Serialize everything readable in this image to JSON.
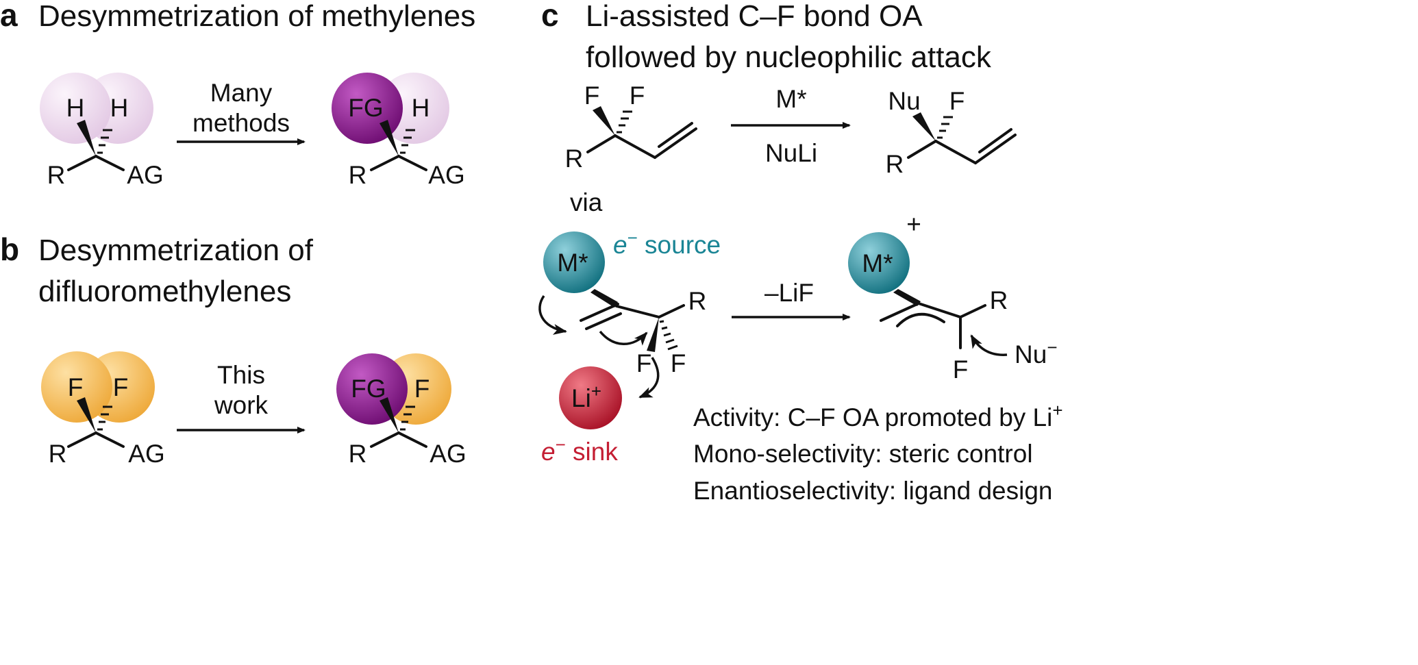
{
  "panel_a": {
    "letter": "a",
    "heading": "Desymmetrization of methylenes",
    "reactant": {
      "top_left": "H",
      "top_right": "H",
      "left": "R",
      "right": "AG"
    },
    "arrow_label": [
      "Many",
      "methods"
    ],
    "product": {
      "top_left": "FG",
      "top_right": "H",
      "left": "R",
      "right": "AG"
    }
  },
  "panel_b": {
    "letter": "b",
    "heading": [
      "Desymmetrization of",
      "difluoromethylenes"
    ],
    "reactant": {
      "top_left": "F",
      "top_right": "F",
      "left": "R",
      "right": "AG"
    },
    "arrow_label": [
      "This",
      "work"
    ],
    "product": {
      "top_left": "FG",
      "top_right": "F",
      "left": "R",
      "right": "AG"
    }
  },
  "panel_c": {
    "letter": "c",
    "heading": [
      "Li-assisted C–F bond OA",
      "followed by nucleophilic attack"
    ],
    "reactant": {
      "f1": "F",
      "f2": "F",
      "r": "R"
    },
    "arrow_top": "M*",
    "arrow_bottom": "NuLi",
    "product": {
      "nu": "Nu",
      "f": "F",
      "r": "R"
    },
    "via": "via",
    "metal": "M*",
    "e_source_sym": "e",
    "e_source_sup": "−",
    "e_source_text": " source",
    "lithium": "Li",
    "lithium_sup": "+",
    "e_sink_sym": "e",
    "e_sink_sup": "−",
    "e_sink_text": " sink",
    "int_r": "R",
    "int_f1": "F",
    "int_f2": "F",
    "arrow2_label": "–LiF",
    "metal_plus": "M*",
    "plus_sign": "+",
    "prod2_r": "R",
    "prod2_f": "F",
    "nu_minus": "Nu",
    "nu_minus_sup": "−",
    "notes": [
      "Activity: C–F OA promoted by Li",
      "Mono-selectivity: steric control",
      "Enantioselectivity: ligand design"
    ],
    "note0_sup": "+"
  },
  "colors": {
    "h_sphere": "#ecd9ec",
    "fg_sphere": "#8a1a8c",
    "f_sphere": "#f0b443",
    "metal_sphere": "#1f8799",
    "li_sphere": "#c21f35",
    "e_source_text": "#1a8595",
    "e_sink_text": "#c41e33"
  }
}
